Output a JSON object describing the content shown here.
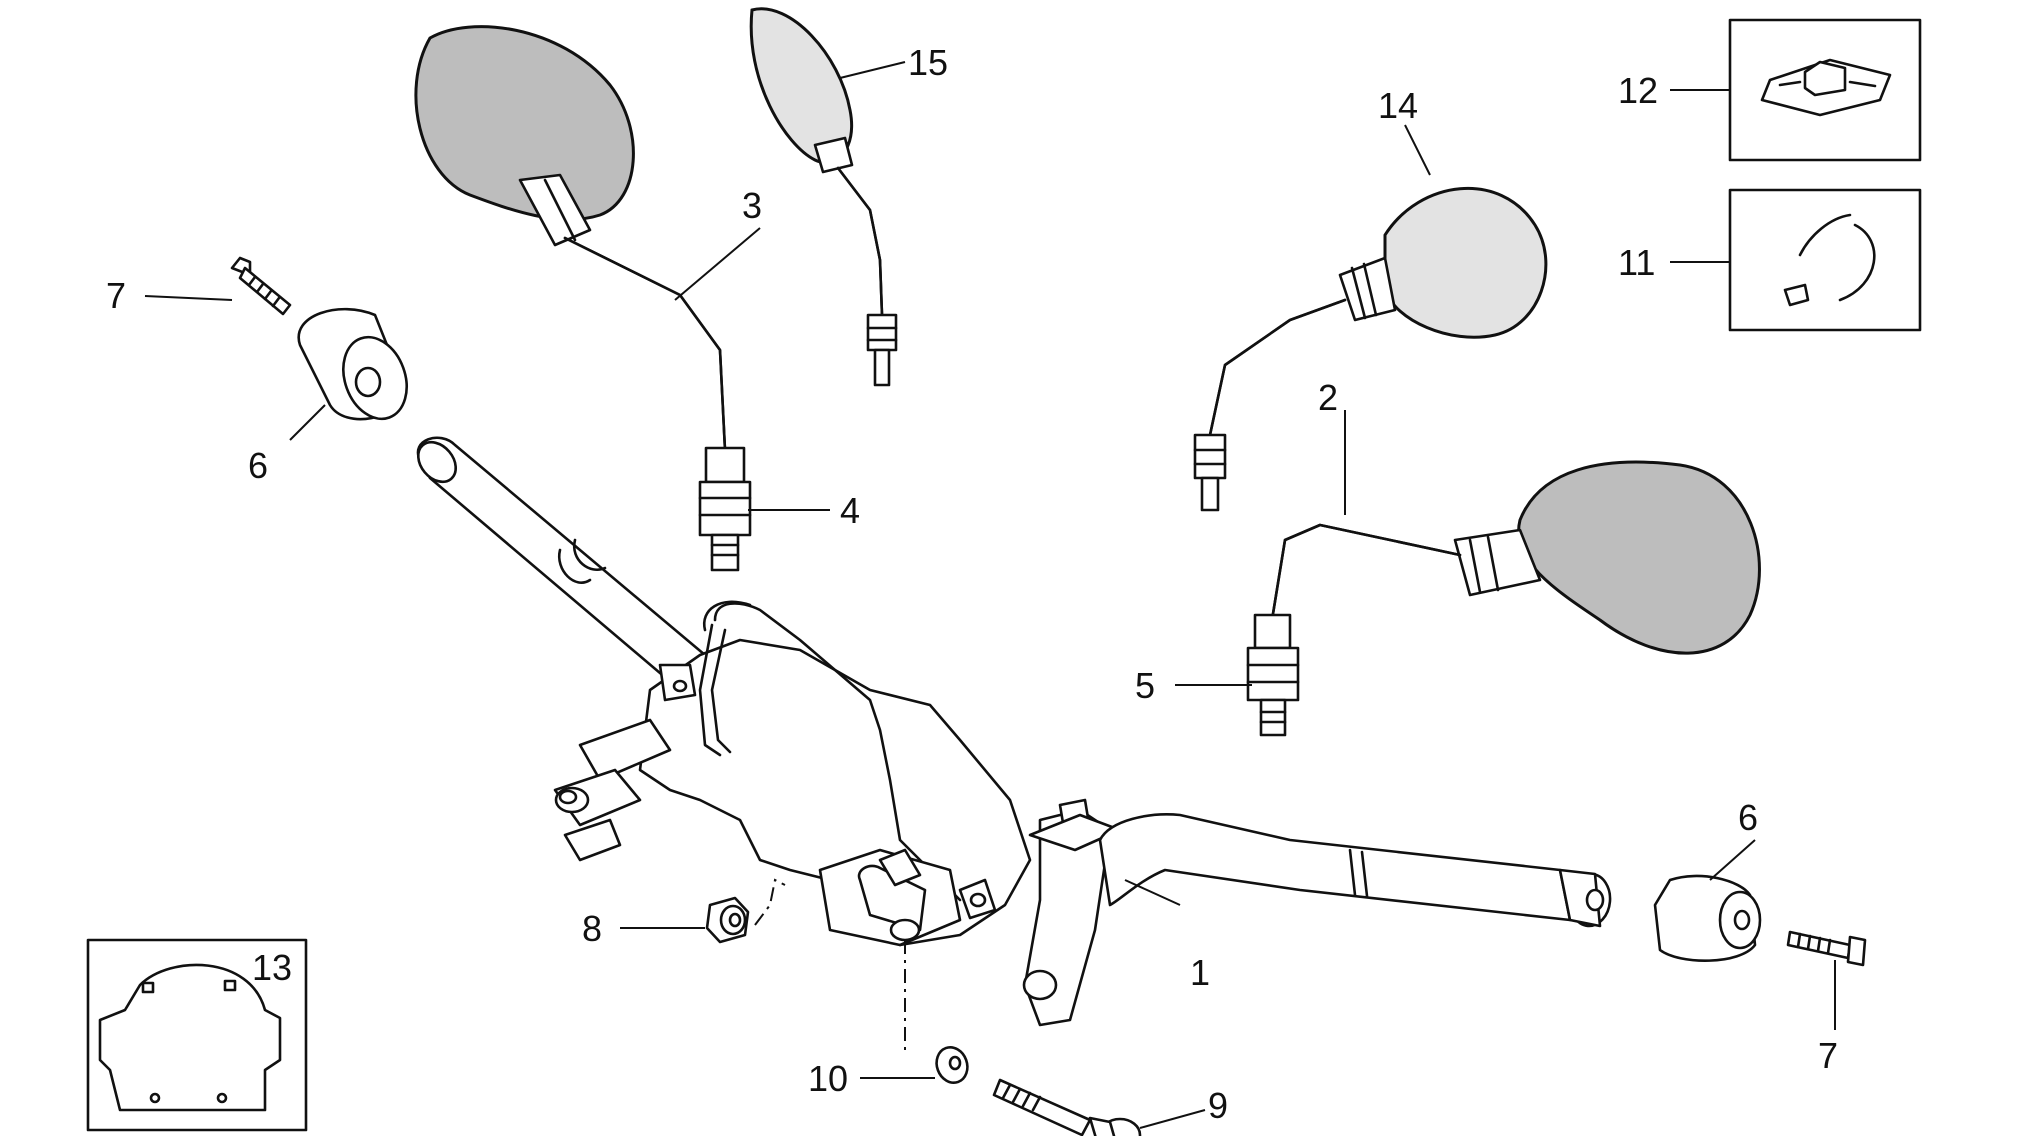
{
  "diagram": {
    "callouts": [
      {
        "id": "c1",
        "text": "1"
      },
      {
        "id": "c2",
        "text": "2"
      },
      {
        "id": "c3",
        "text": "3"
      },
      {
        "id": "c4",
        "text": "4"
      },
      {
        "id": "c5",
        "text": "5"
      },
      {
        "id": "c6a",
        "text": "6"
      },
      {
        "id": "c6b",
        "text": "6"
      },
      {
        "id": "c7a",
        "text": "7"
      },
      {
        "id": "c7b",
        "text": "7"
      },
      {
        "id": "c8",
        "text": "8"
      },
      {
        "id": "c9",
        "text": "9"
      },
      {
        "id": "c10",
        "text": "10"
      },
      {
        "id": "c11",
        "text": "11"
      },
      {
        "id": "c12",
        "text": "12"
      },
      {
        "id": "c13",
        "text": "13"
      },
      {
        "id": "c14",
        "text": "14"
      },
      {
        "id": "c15",
        "text": "15"
      }
    ],
    "colors": {
      "line": "#111111",
      "mirror_glass": "#bdbdbd",
      "background": "#ffffff"
    }
  }
}
